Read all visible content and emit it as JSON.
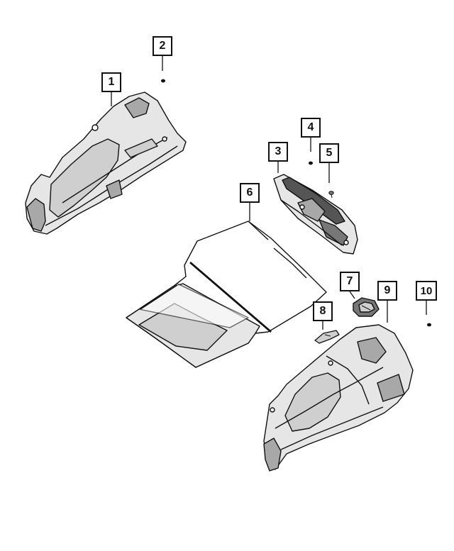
{
  "callouts": [
    {
      "id": "1",
      "label": "1"
    },
    {
      "id": "2",
      "label": "2"
    },
    {
      "id": "3",
      "label": "3"
    },
    {
      "id": "4",
      "label": "4"
    },
    {
      "id": "5",
      "label": "5"
    },
    {
      "id": "6",
      "label": "6"
    },
    {
      "id": "7",
      "label": "7"
    },
    {
      "id": "8",
      "label": "8"
    },
    {
      "id": "9",
      "label": "9"
    },
    {
      "id": "10",
      "label": "10"
    }
  ],
  "colors": {
    "line": "#111111",
    "fill_light": "#e6e6e6",
    "fill_mid": "#cfcfcf",
    "fill_dark": "#a8a8a8",
    "background": "#ffffff"
  }
}
